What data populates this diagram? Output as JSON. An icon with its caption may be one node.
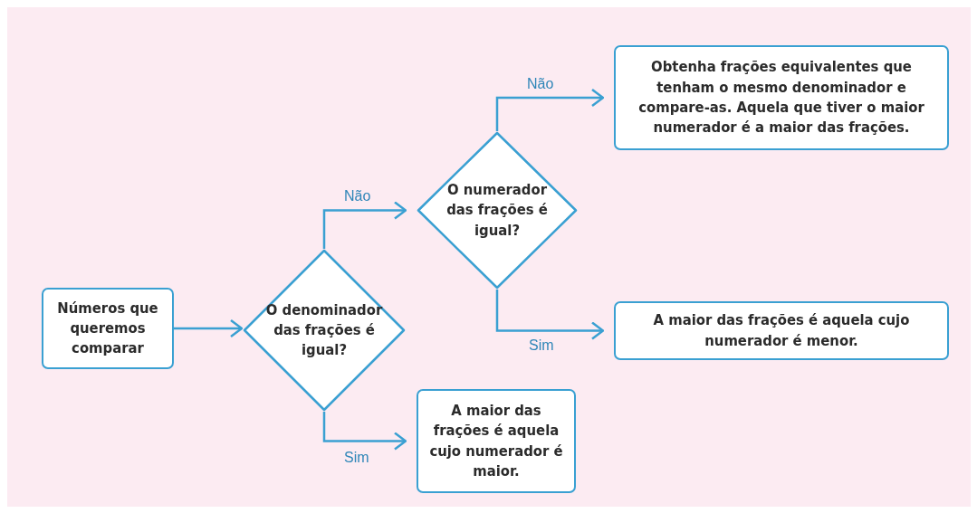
{
  "diagram": {
    "nodes": [
      {
        "text": [
          "Números que queremos comparar"
        ]
      },
      {
        "text": [
          "O denominador das frações é igual?"
        ]
      },
      {
        "text": [
          "O numerador das frações é igual?"
        ]
      },
      {
        "text": [
          "Obtenha frações equivalentes que tenham o mesmo denominador e compare-as. Aquela que tiver o maior numerador é a maior das frações."
        ]
      },
      {
        "text": [
          "A maior das frações é aquela cujo numerador é menor."
        ]
      },
      {
        "text": [
          "A maior das frações é aquela cujo numerador é maior."
        ]
      }
    ],
    "edges": [
      {
        "from": 0,
        "to": 1,
        "arrow": "to"
      },
      {
        "from": 1,
        "to": 2,
        "arrow": "to",
        "label": "Não"
      },
      {
        "from": 1,
        "to": 5,
        "arrow": "to",
        "label": "Sim"
      },
      {
        "from": 2,
        "to": 3,
        "arrow": "to",
        "label": "Não"
      },
      {
        "from": 2,
        "to": 4,
        "arrow": "to",
        "label": "Sim"
      }
    ]
  }
}
